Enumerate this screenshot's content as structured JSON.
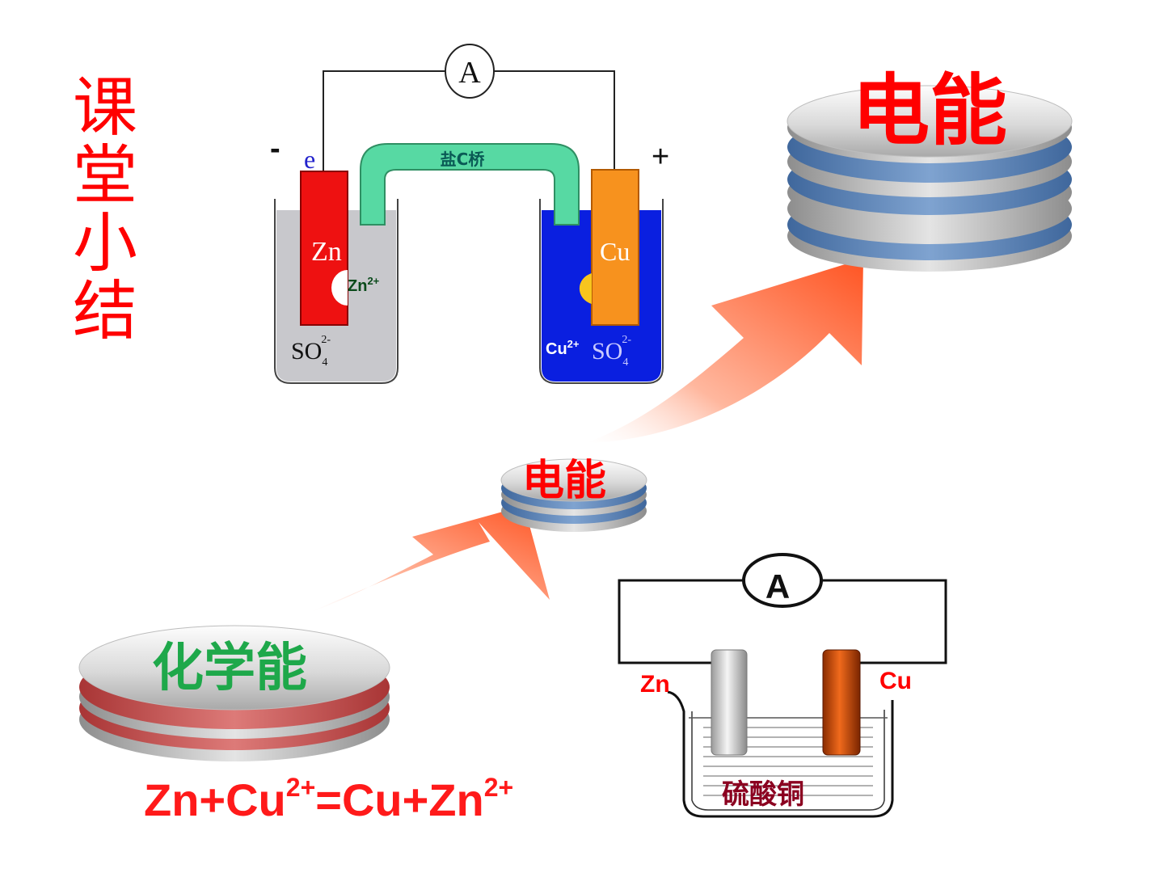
{
  "title": "课堂小结",
  "galvanic_cell": {
    "ammeter_label": "A",
    "negative_sign": "-",
    "electron_label": "e",
    "positive_sign": "+",
    "salt_bridge_label": "盐C桥",
    "anode": {
      "label": "Zn",
      "ion": "Zn",
      "ion_charge": "2+",
      "anion": "SO",
      "anion_sub": "4",
      "anion_charge": "2-"
    },
    "cathode": {
      "label": "Cu",
      "ion": "Cu",
      "ion_charge": "2+",
      "anion": "SO",
      "anion_sub": "4",
      "anion_charge": "2-"
    },
    "colors": {
      "zinc": "#ee1111",
      "copper": "#f7921e",
      "salt_bridge": "#57d9a3",
      "anode_solution": "#c8c8cc",
      "cathode_solution": "#0a1fe0"
    }
  },
  "energy": {
    "chemical": {
      "label": "化学能",
      "color": "#1ea84a",
      "stripe_color": "#c9504f"
    },
    "electric_small": {
      "label": "电能",
      "color": "#ff0000",
      "stripe_color": "#5a82b6"
    },
    "electric_large": {
      "label": "电能",
      "color": "#ff0000",
      "stripe_color": "#5a82b6"
    },
    "arrow_color": "#ff5a2a"
  },
  "equation": {
    "part1": "Zn+Cu",
    "sup1": "2+",
    "part2": "=Cu+Zn",
    "sup2": "2+"
  },
  "simple_cell": {
    "ammeter_label": "A",
    "left_electrode": "Zn",
    "right_electrode": "Cu",
    "solution_label": "硫酸铜",
    "label_color": "#ff0000",
    "solution_color": "#8b0020"
  }
}
